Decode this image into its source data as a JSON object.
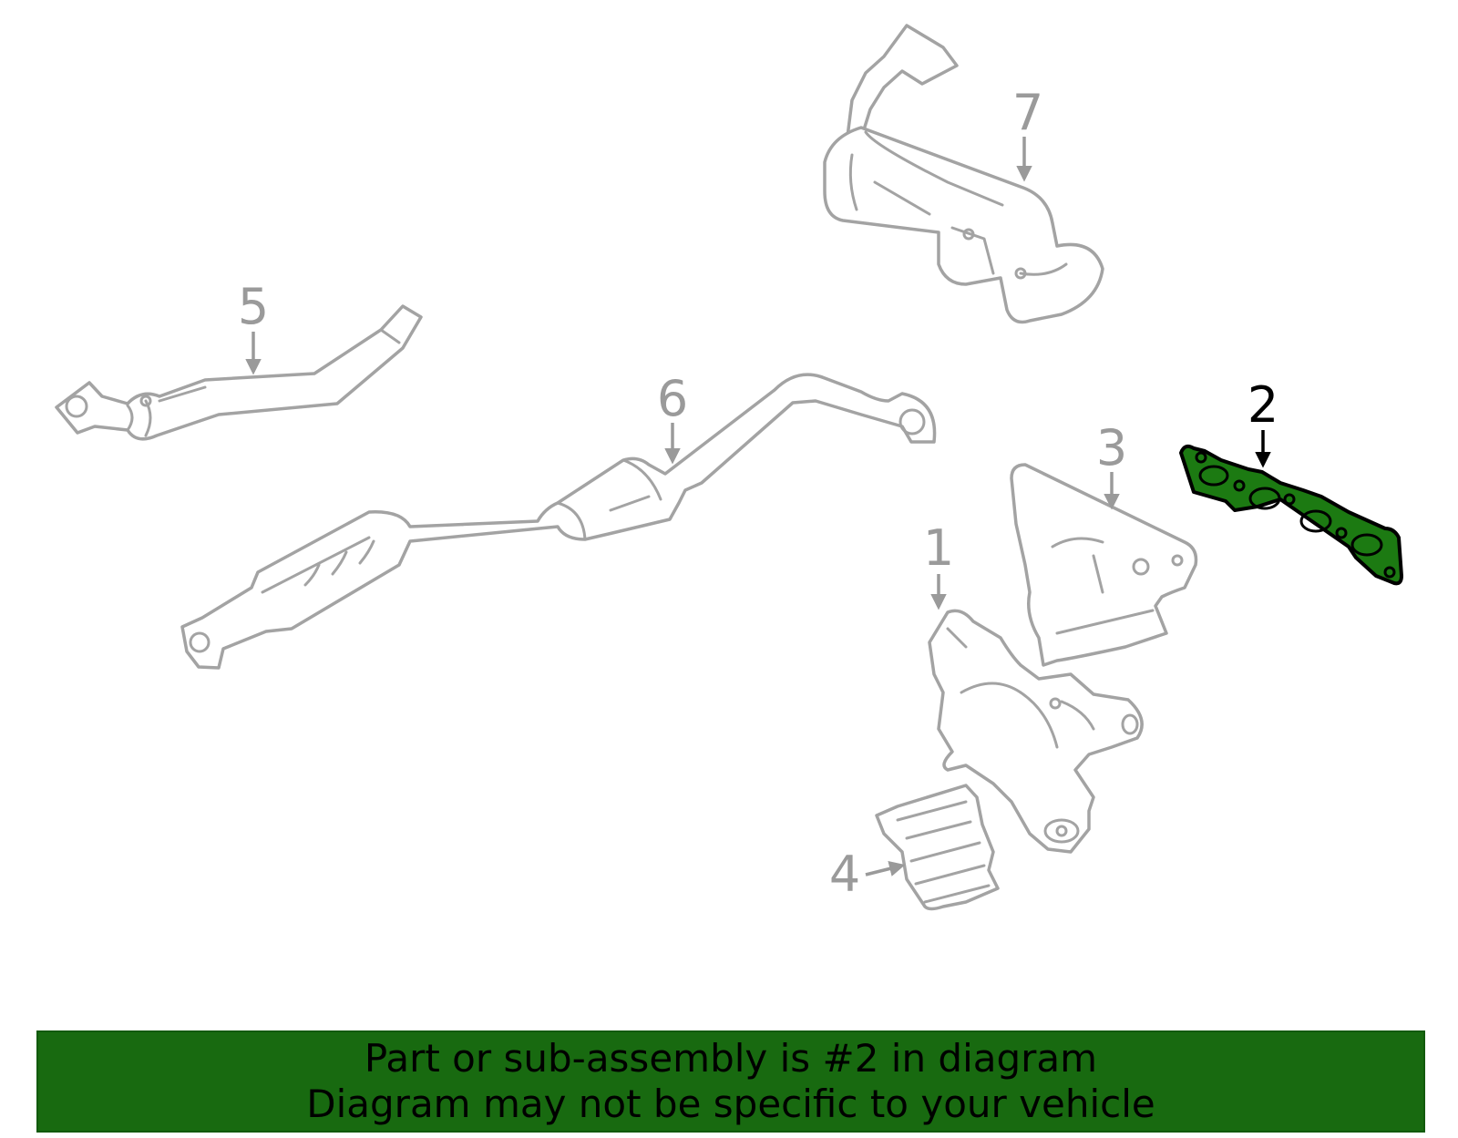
{
  "callouts": {
    "c1": "1",
    "c2": "2",
    "c3": "3",
    "c4": "4",
    "c5": "5",
    "c6": "6",
    "c7": "7"
  },
  "selected_part": "2",
  "banner": {
    "line1": "Part or sub-assembly is #2 in diagram",
    "line2": "Diagram may not be specific to your vehicle"
  },
  "colors": {
    "highlight_fill": "#1c7a12",
    "banner_bg": "#186a10",
    "part_stroke": "#a3a3a3",
    "callout_gray": "#9a9a9a"
  }
}
